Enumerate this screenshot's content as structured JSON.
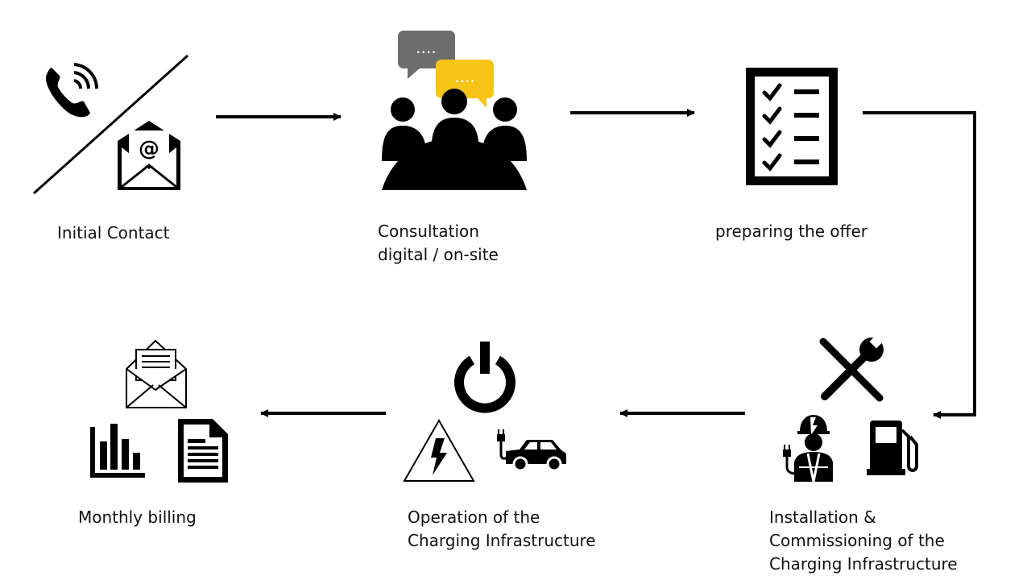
{
  "steps": {
    "initial_contact": {
      "label": "Initial Contact"
    },
    "consultation": {
      "line1": "Consultation",
      "line2": "digital / on-site",
      "bubble_dots": "...."
    },
    "offer": {
      "label": "preparing the offer"
    },
    "installation": {
      "line1": "Installation &",
      "line2": "Commissioning of the",
      "line3": "Charging Infrastructure"
    },
    "operation": {
      "line1": "Operation of the",
      "line2": "Charging Infrastructure"
    },
    "billing": {
      "label": "Monthly billing"
    }
  },
  "colors": {
    "ink": "#000000",
    "bubble_gray": "#6d6d6d",
    "bubble_yellow": "#f6c417",
    "background": "#ffffff"
  },
  "icons": [
    "phone-icon",
    "email-icon",
    "meeting-icon",
    "speech-bubbles-icon",
    "checklist-icon",
    "tools-icon",
    "worker-icon",
    "fuel-pump-icon",
    "power-icon",
    "high-voltage-icon",
    "electric-car-icon",
    "letter-icon",
    "bar-chart-icon",
    "document-icon"
  ]
}
